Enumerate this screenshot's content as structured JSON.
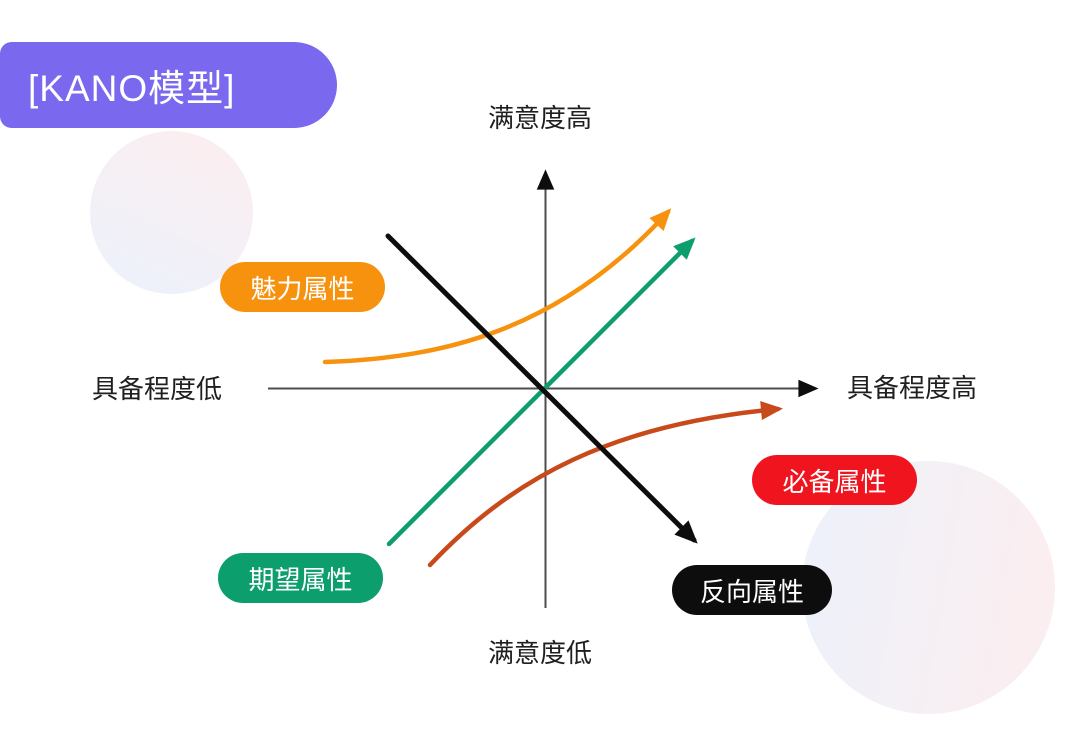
{
  "title_banner": {
    "label": "[KANO模型]",
    "bg_color": "#7A68EE",
    "text_color": "#FFFFFF"
  },
  "axes": {
    "top_label": "满意度高",
    "bottom_label": "满意度低",
    "left_label": "具备程度低",
    "right_label": "具备程度高",
    "line_color": "#4D4D4D",
    "arrow_color": "#0D0D0D"
  },
  "attributes": [
    {
      "label": "魅力属性",
      "pill_color": "#F7920F",
      "curve_color": "#F7920F",
      "curve_shape": "exponential rising into upper-right quadrant"
    },
    {
      "label": "期望属性",
      "pill_color": "#0C9E6C",
      "curve_color": "#0C9E6C",
      "curve_shape": "straight diagonal rising through origin"
    },
    {
      "label": "必备属性",
      "pill_color": "#F0141E",
      "curve_color": "#C8491A",
      "curve_shape": "saturating curve flattening below x-axis"
    },
    {
      "label": "反向属性",
      "pill_color": "#0D0D0D",
      "curve_color": "#0D0D0D",
      "curve_shape": "straight diagonal falling through origin"
    }
  ],
  "decor": {
    "gradient_blue": "#EEF1FA",
    "gradient_pink": "#FBEEF0"
  }
}
